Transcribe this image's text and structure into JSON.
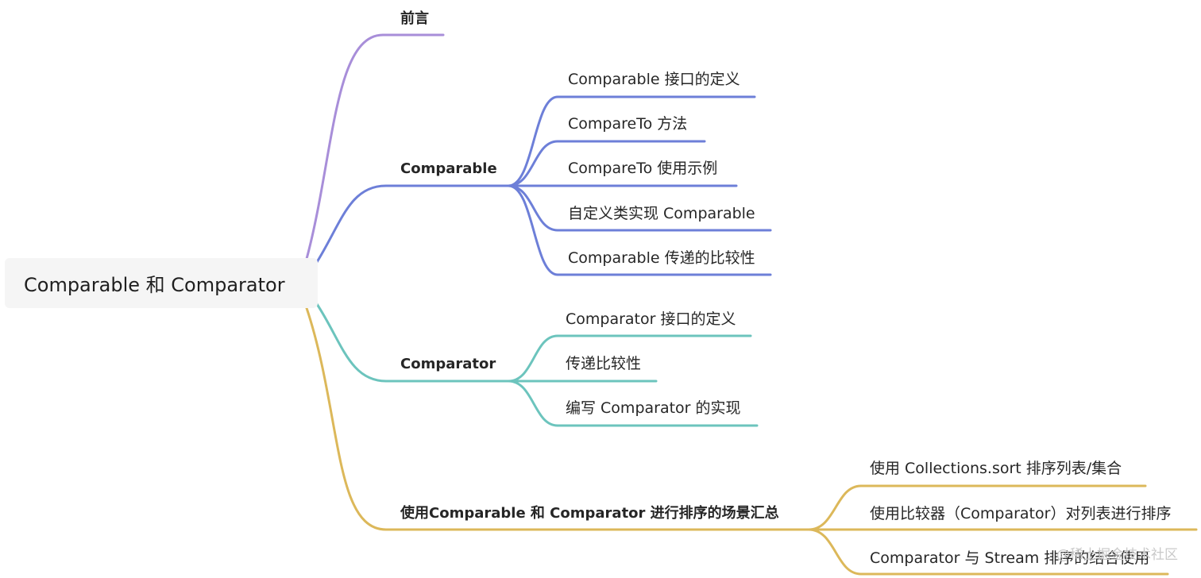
{
  "root": {
    "label": "Comparable 和 Comparator"
  },
  "branches": [
    {
      "label": "前言",
      "color": "#a88ed9",
      "children": []
    },
    {
      "label": "Comparable",
      "color": "#6d7fd8",
      "children": [
        "Comparable 接口的定义",
        "CompareTo 方法",
        "CompareTo 使用示例",
        "自定义类实现 Comparable",
        "Comparable 传递的比较性"
      ]
    },
    {
      "label": "Comparator",
      "color": "#6cc4bd",
      "children": [
        "Comparator 接口的定义",
        "传递比较性",
        "编写 Comparator 的实现"
      ]
    },
    {
      "label": "使用Comparable 和 Comparator 进行排序的场景汇总",
      "color": "#dcb85a",
      "children": [
        "使用 Collections.sort 排序列表/集合",
        "使用比较器（Comparator）对列表进行排序",
        "Comparator 与 Stream 排序的结合使用"
      ]
    }
  ],
  "watermark": "@稀土掘金技术社区"
}
